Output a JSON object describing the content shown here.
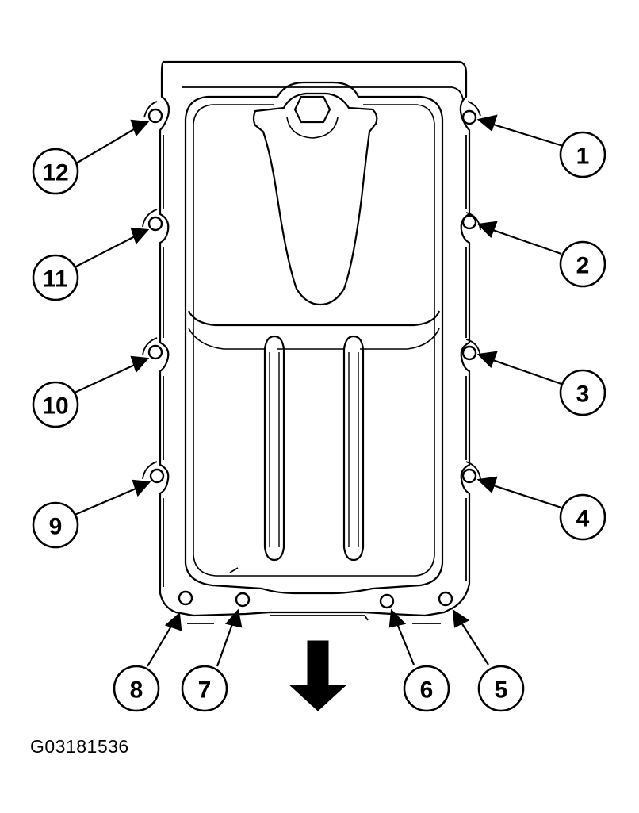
{
  "figure_id": "G03181536",
  "callouts": [
    {
      "label": "1"
    },
    {
      "label": "2"
    },
    {
      "label": "3"
    },
    {
      "label": "4"
    },
    {
      "label": "5"
    },
    {
      "label": "6"
    },
    {
      "label": "7"
    },
    {
      "label": "8"
    },
    {
      "label": "9"
    },
    {
      "label": "10"
    },
    {
      "label": "11"
    },
    {
      "label": "12"
    }
  ],
  "colors": {
    "line": "#000000",
    "light_line": "#555555",
    "background": "#ffffff"
  }
}
